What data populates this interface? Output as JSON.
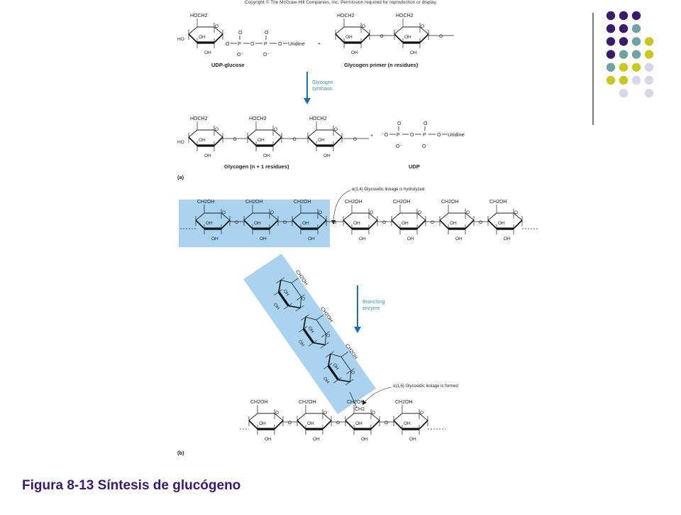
{
  "copyright": "Copyright © The McGraw-Hill Companies, Inc. Permission required for reproduction or display.",
  "caption": "Figura 8-13 Síntesis de glucógeno",
  "panel_a": {
    "label": "(a)",
    "udp_glucose": "UDP-glucose",
    "primer": "Glycogen primer (n residues)",
    "enzyme": [
      "Glycogen",
      "synthase"
    ],
    "glycogen": "Glycogen (n + 1 residues)",
    "udp": "UDP",
    "uridine": "Uridine",
    "hoch2": "HOCH2"
  },
  "panel_b": {
    "label": "(b)",
    "note_hydrolyzed": "α(1,4) Glycosidic linkage is hydrolyzed",
    "note_formed": "α(1,6) Glycosidic linkage is formed",
    "enzyme": [
      "Branching",
      "enzyme"
    ],
    "ch2oh": "CH2OH",
    "oh": "OH"
  },
  "colors": {
    "caption": "#3b1a6b",
    "highlight": "#a9d3ee",
    "arrow": "#1a6fb0",
    "dot_purple": "#3b1a6b",
    "dot_teal": "#6fa3a3",
    "dot_yellow": "#c9c81e",
    "dot_lavender": "#d7d7ea"
  },
  "decor_dots": [
    [
      "purple",
      "purple",
      "purple",
      null
    ],
    [
      "purple",
      "purple",
      "teal",
      null
    ],
    [
      "purple",
      "purple",
      "teal",
      "yellow"
    ],
    [
      "purple",
      "teal",
      "teal",
      "yellow"
    ],
    [
      "teal",
      "yellow",
      "yellow",
      "lavender"
    ],
    [
      "yellow",
      "yellow",
      "lavender",
      "lavender"
    ],
    [
      null,
      "lavender",
      null,
      "lavender"
    ]
  ]
}
